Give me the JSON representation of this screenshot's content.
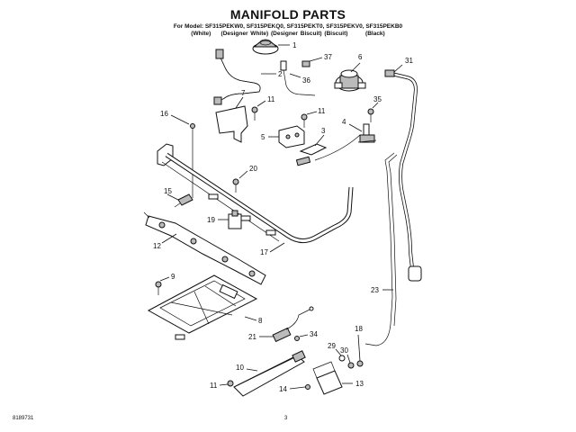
{
  "title": "MANIFOLD PARTS",
  "models_line": "For Model: SF315PEKW0, SF315PEKQ0, SF315PEKT0, SF315PEKV0, SF315PEKB0",
  "colors_line": "(White)    (Designer White) (Designer Biscuit) (Biscuit)       (Black)",
  "doc_number": "8189731",
  "page_number": "3",
  "callouts": [
    {
      "id": "1",
      "label": "1"
    },
    {
      "id": "2",
      "label": "2"
    },
    {
      "id": "3",
      "label": "3"
    },
    {
      "id": "4",
      "label": "4"
    },
    {
      "id": "5",
      "label": "5"
    },
    {
      "id": "6",
      "label": "6"
    },
    {
      "id": "7",
      "label": "7"
    },
    {
      "id": "8",
      "label": "8"
    },
    {
      "id": "9",
      "label": "9"
    },
    {
      "id": "10",
      "label": "10"
    },
    {
      "id": "11a",
      "label": "11"
    },
    {
      "id": "11b",
      "label": "11"
    },
    {
      "id": "11c",
      "label": "11"
    },
    {
      "id": "12",
      "label": "12"
    },
    {
      "id": "13",
      "label": "13"
    },
    {
      "id": "14",
      "label": "14"
    },
    {
      "id": "15",
      "label": "15"
    },
    {
      "id": "16",
      "label": "16"
    },
    {
      "id": "17",
      "label": "17"
    },
    {
      "id": "18",
      "label": "18"
    },
    {
      "id": "19",
      "label": "19"
    },
    {
      "id": "20",
      "label": "20"
    },
    {
      "id": "21",
      "label": "21"
    },
    {
      "id": "23",
      "label": "23"
    },
    {
      "id": "29",
      "label": "29"
    },
    {
      "id": "30",
      "label": "30"
    },
    {
      "id": "31",
      "label": "31"
    },
    {
      "id": "34",
      "label": "34"
    },
    {
      "id": "35",
      "label": "35"
    },
    {
      "id": "36",
      "label": "36"
    },
    {
      "id": "37",
      "label": "37"
    }
  ]
}
